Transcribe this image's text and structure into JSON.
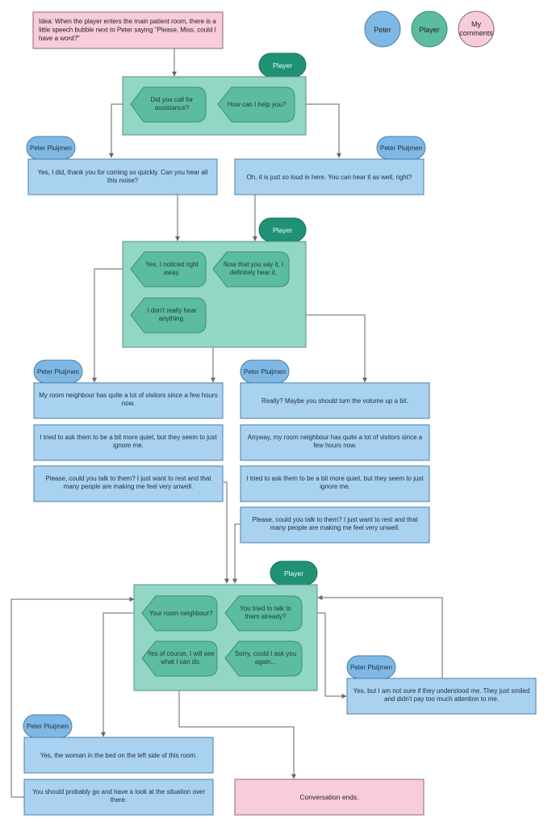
{
  "legend": {
    "peter": "Peter",
    "player": "Player",
    "comments": [
      "My",
      "comments"
    ]
  },
  "idea": [
    "Idea: When the player enters the main patient room, there is a",
    "little speech bubble next to Peter saying \"Please, Miss, could I",
    "have a word?\""
  ],
  "tags": {
    "player": "Player",
    "peter": "Peter Pluijmen"
  },
  "group1": {
    "option_call": [
      "Did you call for",
      "assistance?"
    ],
    "option_help": [
      "How can I help you?"
    ]
  },
  "peter1": {
    "left": [
      "Yes, I did, thank you for coming so quickly. Can you hear all",
      "this noise?"
    ],
    "right": [
      "Oh, it is just so loud in here. You can hear it as well, right?"
    ]
  },
  "group2": {
    "option_noticed": [
      "Yes, I noticed right",
      "away."
    ],
    "option_now": [
      "Now that you say it, I",
      "definitely hear it."
    ],
    "option_dont": [
      "I don't really hear",
      "anything."
    ]
  },
  "peter2_left": [
    [
      "My room neighbour has quite a lot of visitors since a few hours",
      "now."
    ],
    [
      "I tried to ask them to be a bit more quiet, but they seem to just",
      "ignore me."
    ],
    [
      "Please, could you talk to them? I just want to rest and that",
      "many people are making me feel very unwell."
    ]
  ],
  "peter2_right": [
    [
      "Really? Maybe you should turn the volume up a bit."
    ],
    [
      "Anyway, my room neighbour has quite a lot of visitors since a",
      "few hours now."
    ],
    [
      "I tried to ask them to be a bit more quiet, but they seem to just",
      "ignore me."
    ],
    [
      "Please, could you talk to them? I just want to rest and that",
      "many people are making me feel very unwell."
    ]
  ],
  "group3": {
    "option_neighbour": [
      "Your room neighbour?"
    ],
    "option_tried": [
      "You tried to talk to",
      "them already?"
    ],
    "option_yes": [
      "Yes of course, I will see",
      "what I can do."
    ],
    "option_sorry": [
      "Sorry, could I ask you",
      "again..."
    ]
  },
  "peter3_right": [
    "Yes, but I am not sure if they understood me. They just smiled",
    "and didn't pay too much attention to me."
  ],
  "peter3_left": [
    [
      "Yes, the woman in the bed on the left side of this room."
    ],
    [
      "You should probably go and have a look at the situation over",
      "there."
    ]
  ],
  "end": [
    "Conversation ends."
  ],
  "colors": {
    "peter_fill": "#a9d2f0",
    "peter_stroke": "#4d80a8",
    "tag_fill": "#7fb8e4",
    "player_container": "#92d6c5",
    "player_option": "#5cbca0",
    "player_tag": "#1f9175",
    "comment_fill": "#f8ccd9",
    "line": "#666666"
  }
}
